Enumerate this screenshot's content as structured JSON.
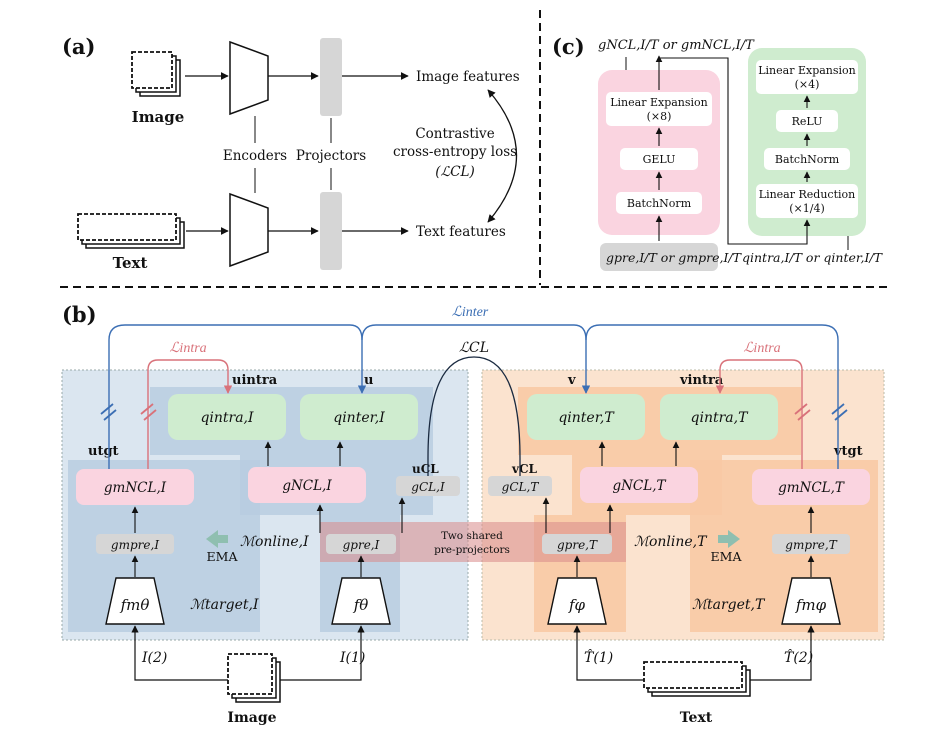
{
  "panel_labels": {
    "a": "(a)",
    "b": "(b)",
    "c": "(c)"
  },
  "panel_a": {
    "image_label": "Image",
    "text_label": "Text",
    "encoders_label": "Encoders",
    "projectors_label": "Projectors",
    "image_features_label": "Image features",
    "text_features_label": "Text features",
    "loss_line1": "Contrastive",
    "loss_line2": "cross-entropy loss",
    "loss_symbol": "(ℒCL)"
  },
  "panel_c": {
    "top_label": "gNCL,I/T or gmNCL,I/T",
    "bottom_left_label": "gpre,I/T or gmpre,I/T",
    "bottom_right_label": "qintra,I/T or qinter,I/T",
    "pink_blocks": [
      "Linear Expansion",
      "(×8)",
      "GELU",
      "BatchNorm"
    ],
    "green_blocks": [
      "Linear Expansion",
      "(×4)",
      "ReLU",
      "BatchNorm",
      "Linear Reduction",
      "(×1/4)"
    ],
    "colors": {
      "pink": "#fad4e0",
      "green": "#cfeccf",
      "grey": "#d6d6d6"
    }
  },
  "panel_b": {
    "loss_inter": "ℒinter",
    "loss_intra_left": "ℒintra",
    "loss_intra_right": "ℒintra",
    "loss_cl": "ℒCL",
    "u_intra": "uintra",
    "u": "u",
    "v": "v",
    "v_intra": "vintra",
    "u_tgt": "utgt",
    "v_tgt": "vtgt",
    "u_cl": "uCL",
    "v_cl": "vCL",
    "q_intra_i": "qintra,I",
    "q_inter_i": "qinter,I",
    "q_inter_t": "qinter,T",
    "q_intra_t": "qintra,T",
    "g_ncl_i_m": "gmNCL,I",
    "g_ncl_i": "gNCL,I",
    "g_cl_i": "gCL,I",
    "g_cl_t": "gCL,T",
    "g_ncl_t": "gNCL,T",
    "g_ncl_t_m": "gmNCL,T",
    "g_pre_i_m": "gmpre,I",
    "g_pre_i": "gpre,I",
    "g_pre_t": "gpre,T",
    "g_pre_t_m": "gmpre,T",
    "m_online_i": "ℳonline,I",
    "m_online_t": "ℳonline,T",
    "m_target_i": "ℳtarget,I",
    "m_target_t": "ℳtarget,T",
    "ema_left": "EMA",
    "ema_right": "EMA",
    "shared_line1": "Two shared",
    "shared_line2": "pre-projectors",
    "f_theta_m": "fmθ",
    "f_theta": "fθ",
    "f_phi": "fφ",
    "f_phi_m": "fmφ",
    "i2": "I(2)",
    "i1": "I(1)",
    "t1": "T̂(1)",
    "t2": "T̂(2)",
    "image_label": "Image",
    "text_label": "Text",
    "colors": {
      "blue_region": "#dbe6f0",
      "blue_dark": "#b8cde0",
      "orange_region": "#fbe3cf",
      "orange_dark": "#f8c9a4",
      "inter_line": "#3c6fb4",
      "intra_line": "#d9727a",
      "red_band": "#d98a8a"
    }
  }
}
